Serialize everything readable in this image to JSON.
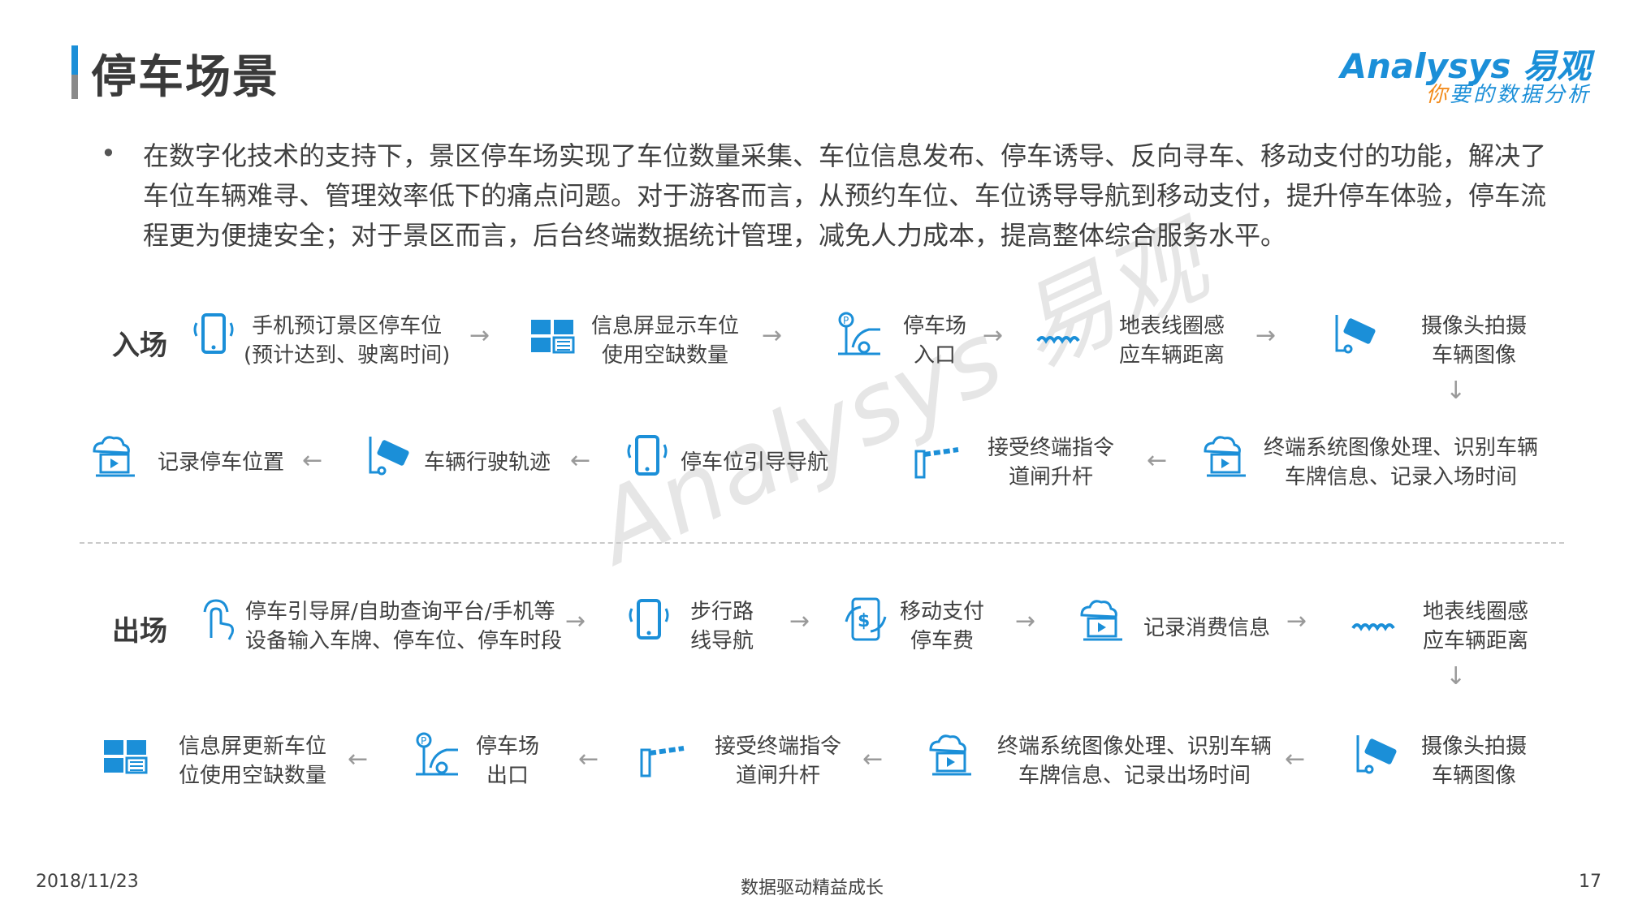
{
  "header": {
    "title": "停车场景",
    "logo_en": "Analysys 易观",
    "logo_tagline_prefix": "你",
    "logo_tagline_rest": "要的数据分析"
  },
  "intro": {
    "bullet": "•",
    "text": "在数字化技术的支持下，景区停车场实现了车位数量采集、车位信息发布、停车诱导、反向寻车、移动支付的功能，解决了车位车辆难寻、管理效率低下的痛点问题。对于游客而言，从预约车位、车位诱导导航到移动支付，提升停车体验，停车流程更为便捷安全；对于景区而言，后台终端数据统计管理，减免人力成本，提高整体综合服务水平。"
  },
  "entry": {
    "label": "入场",
    "row1": [
      {
        "line1": "手机预订景区停车位",
        "line2": "(预计达到、驶离时间)",
        "icon": "phone-icon"
      },
      {
        "line1": "信息屏显示车位",
        "line2": "使用空缺数量",
        "icon": "screen-icon"
      },
      {
        "line1": "停车场",
        "line2": "入口",
        "icon": "parking-icon"
      },
      {
        "line1": "地表线圈感",
        "line2": "应车辆距离",
        "icon": "coil-icon"
      },
      {
        "line1": "摄像头拍摄",
        "line2": "车辆图像",
        "icon": "camera-icon"
      }
    ],
    "row2": [
      {
        "line1": "记录停车位置",
        "line2": "",
        "icon": "cloud-icon"
      },
      {
        "line1": "车辆行驶轨迹",
        "line2": "",
        "icon": "camera-icon"
      },
      {
        "line1": "停车位引导导航",
        "line2": "",
        "icon": "phone-icon"
      },
      {
        "line1": "接受终端指令",
        "line2": "道闸升杆",
        "icon": "barrier-icon"
      },
      {
        "line1": "终端系统图像处理、识别车辆",
        "line2": "车牌信息、记录入场时间",
        "icon": "cloud-icon"
      }
    ]
  },
  "exit": {
    "label": "出场",
    "row1": [
      {
        "line1": "停车引导屏/自助查询平台/手机等",
        "line2": "设备输入车牌、停车位、停车时段",
        "icon": "touch-icon"
      },
      {
        "line1": "步行路",
        "line2": "线导航",
        "icon": "phone-icon"
      },
      {
        "line1": "移动支付",
        "line2": "停车费",
        "icon": "payment-icon"
      },
      {
        "line1": "记录消费信息",
        "line2": "",
        "icon": "cloud-icon"
      },
      {
        "line1": "地表线圈感",
        "line2": "应车辆距离",
        "icon": "coil-icon"
      }
    ],
    "row2": [
      {
        "line1": "信息屏更新车位",
        "line2": "位使用空缺数量",
        "icon": "screen-icon"
      },
      {
        "line1": "停车场",
        "line2": "出口",
        "icon": "parking-icon"
      },
      {
        "line1": "接受终端指令",
        "line2": "道闸升杆",
        "icon": "barrier-icon"
      },
      {
        "line1": "终端系统图像处理、识别车辆",
        "line2": "车牌信息、记录出场时间",
        "icon": "cloud-icon"
      },
      {
        "line1": "摄像头拍摄",
        "line2": "车辆图像",
        "icon": "camera-icon"
      }
    ]
  },
  "arrows": {
    "right": "→",
    "left": "←",
    "down": "↓"
  },
  "watermark": "Analysys 易观",
  "footer": {
    "date": "2018/11/23",
    "slogan": "数据驱动精益成长",
    "page": "17"
  },
  "colors": {
    "accent": "#1b8fd8",
    "orange": "#f28c1e",
    "text": "#404040"
  }
}
